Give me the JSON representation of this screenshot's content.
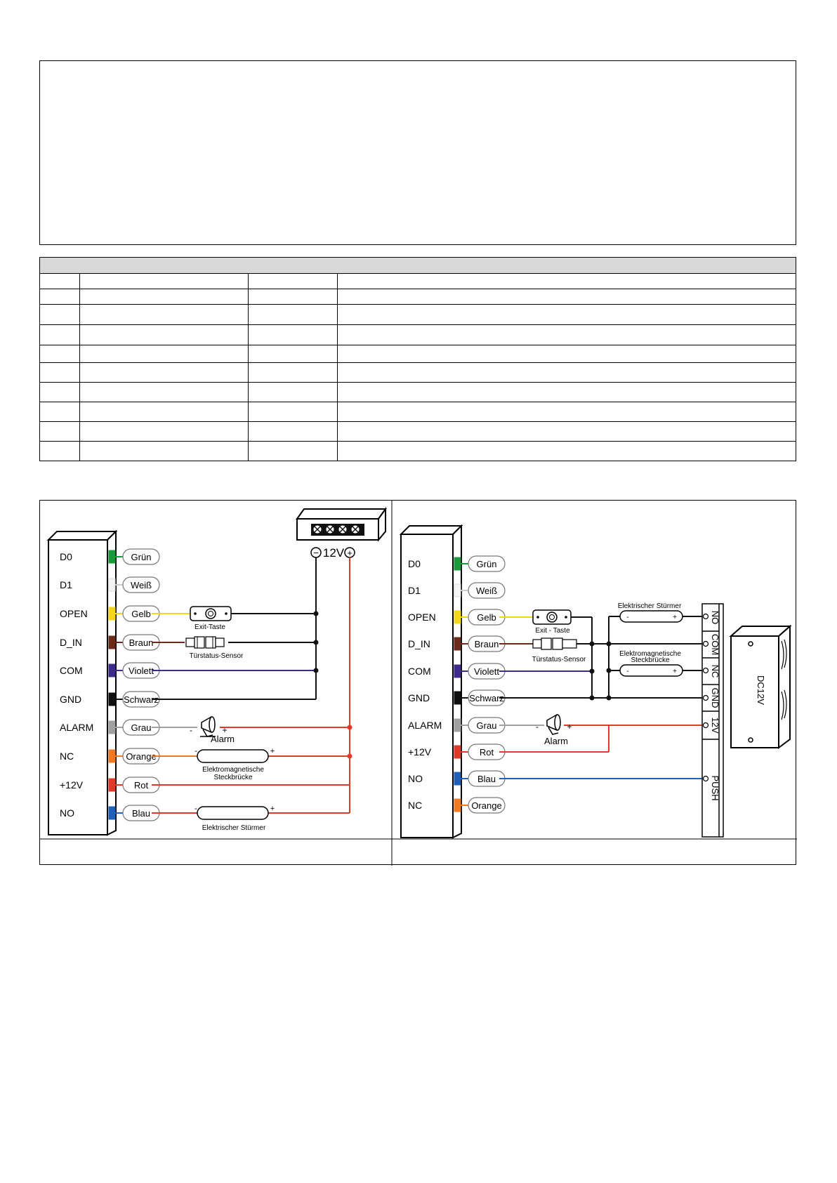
{
  "table": {
    "header": "",
    "row_count": 10,
    "column_count": 4
  },
  "diagram_left": {
    "pins": [
      "D0",
      "D1",
      "OPEN",
      "D_IN",
      "COM",
      "GND",
      "ALARM",
      "NC",
      "+12V",
      "NO"
    ],
    "wires": [
      "Grün",
      "Weiß",
      "Gelb",
      "Braun",
      "Violett",
      "Schwarz",
      "Grau",
      "Orange",
      "Rot",
      "Blau"
    ],
    "wire_colors": [
      "#1a9a3a",
      "#f4f4f4",
      "#f3d61a",
      "#6b2a1a",
      "#3d2a8c",
      "#111111",
      "#a0a0a0",
      "#f07a20",
      "#e23a2a",
      "#1f5fb8"
    ],
    "psu_label": "12V",
    "psu_minus": "−",
    "psu_plus": "+",
    "exit_label": "Exit-Taste",
    "sensor_label": "Türstatus-Sensor",
    "alarm_label": "Alarm",
    "alarm_minus": "-",
    "alarm_plus": "+",
    "maglock_label_1": "Elektromagnetische",
    "maglock_label_2": "Steckbrücke",
    "maglock_minus": "-",
    "maglock_plus": "+",
    "strike_label": "Elektrischer Stürmer",
    "strike_minus": "-",
    "strike_plus": "+"
  },
  "diagram_right": {
    "pins": [
      "D0",
      "D1",
      "OPEN",
      "D_IN",
      "COM",
      "GND",
      "ALARM",
      "+12V",
      "NO",
      "NC"
    ],
    "wires": [
      "Grün",
      "Weiß",
      "Gelb",
      "Braun",
      "Violett",
      "Schwarz",
      "Grau",
      "Rot",
      "Blau",
      "Orange"
    ],
    "wire_colors": [
      "#1a9a3a",
      "#f4f4f4",
      "#f3d61a",
      "#6b2a1a",
      "#3d2a8c",
      "#111111",
      "#a0a0a0",
      "#e23a2a",
      "#1f5fb8",
      "#f07a20"
    ],
    "exit_label": "Exit - Taste",
    "sensor_label": "Türstatus-Sensor",
    "alarm_label": "Alarm",
    "alarm_minus": "-",
    "alarm_plus": "+",
    "strike_label": "Elektrischer Stürmer",
    "strike_minus": "-",
    "strike_plus": "+",
    "maglock_label_1": "Elektromagnetische",
    "maglock_label_2": "Steckbrücke",
    "maglock_minus": "-",
    "maglock_plus": "+",
    "terminals": [
      "NO",
      "COM",
      "NC",
      "GND",
      "12V",
      "PUSH"
    ],
    "psu_label": "DC12V"
  },
  "caption_left": "",
  "caption_right": ""
}
